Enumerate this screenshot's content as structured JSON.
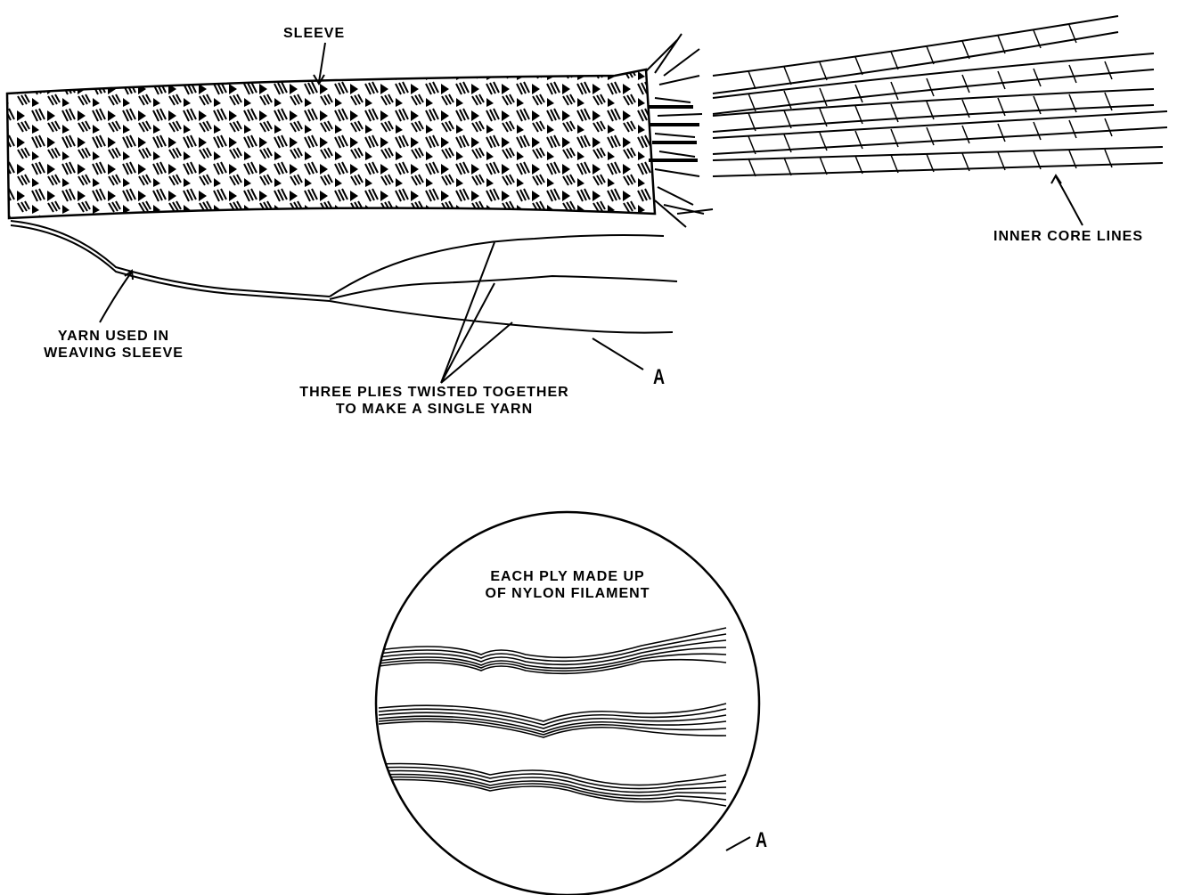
{
  "labels": {
    "sleeve": "SLEEVE",
    "inner_core": "INNER CORE LINES",
    "yarn_line1": "YARN USED IN",
    "yarn_line2": "WEAVING SLEEVE",
    "plies_line1": "THREE PLIES TWISTED TOGETHER",
    "plies_line2": "TO MAKE A SINGLE YARN",
    "ref_a_top": "A",
    "circle_line1": "EACH PLY MADE UP",
    "circle_line2": "OF NYLON FILAMENT",
    "ref_a_bottom": "A"
  },
  "colors": {
    "ink": "#000000",
    "paper": "#ffffff"
  }
}
